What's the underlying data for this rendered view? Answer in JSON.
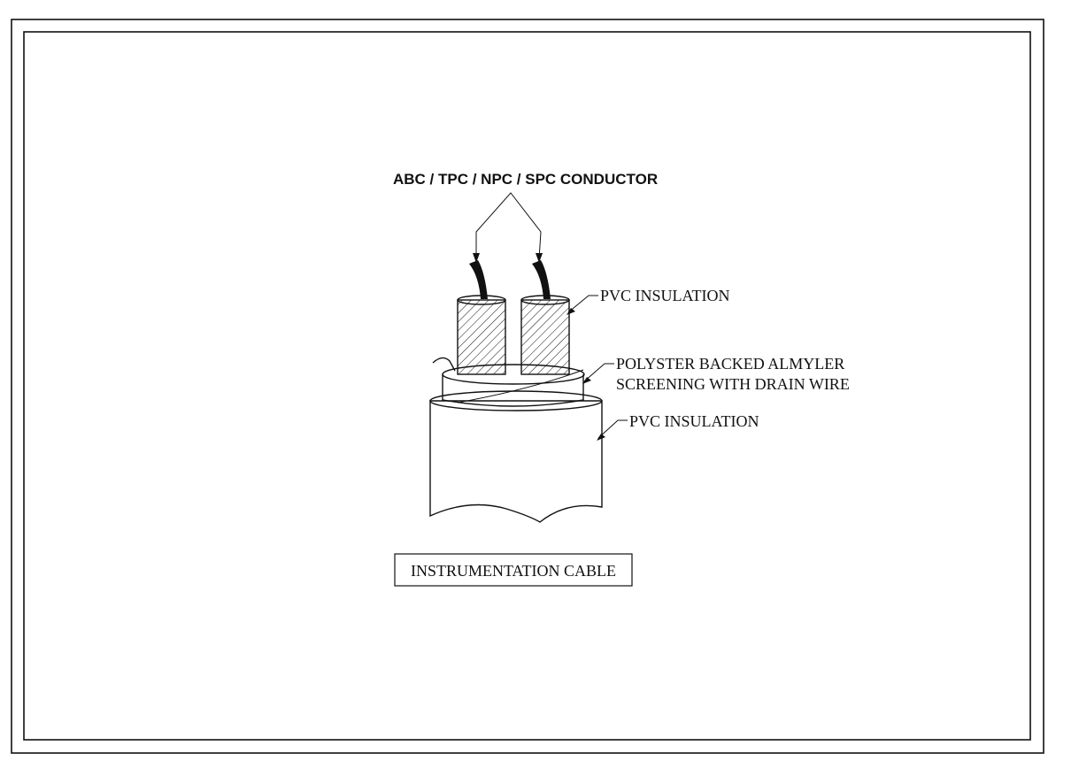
{
  "drawing": {
    "conductor_label": "ABC / TPC / NPC / SPC CONDUCTOR",
    "inner_insulation_label": "PVC INSULATION",
    "screening_label_line1": "POLYSTER BACKED ALMYLER",
    "screening_label_line2": "SCREENING WITH DRAIN WIRE",
    "outer_insulation_label": "PVC INSULATION",
    "title": "INSTRUMENTATION CABLE"
  },
  "colors": {
    "ink": "#111111",
    "paper": "#ffffff"
  }
}
